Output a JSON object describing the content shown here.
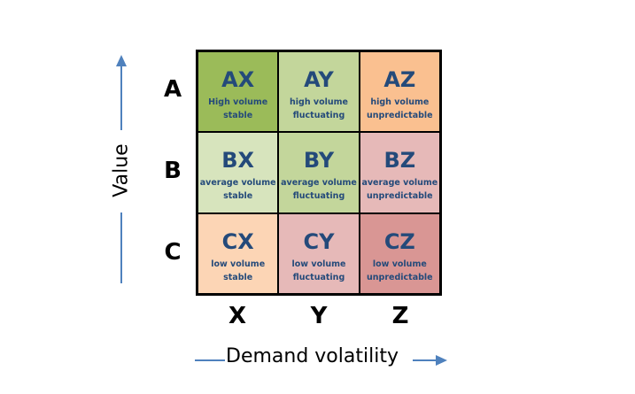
{
  "y_axis": {
    "label": "Value",
    "rows": [
      "A",
      "B",
      "C"
    ]
  },
  "x_axis": {
    "label": "Demand volatility",
    "columns": [
      "X",
      "Y",
      "Z"
    ]
  },
  "arrow_color": "#4f81bd",
  "cells": [
    {
      "code": "AX",
      "line1": "High volume",
      "line2": "stable",
      "color": "#9bbb59"
    },
    {
      "code": "AY",
      "line1": "high volume",
      "line2": "fluctuating",
      "color": "#c3d69b"
    },
    {
      "code": "AZ",
      "line1": "high volume",
      "line2": "unpredictable",
      "color": "#fac090"
    },
    {
      "code": "BX",
      "line1": "average volume",
      "line2": "stable",
      "color": "#d7e4bd"
    },
    {
      "code": "BY",
      "line1": "average volume",
      "line2": "fluctuating",
      "color": "#c3d69b"
    },
    {
      "code": "BZ",
      "line1": "average volume",
      "line2": "unpredictable",
      "color": "#e6b9b8"
    },
    {
      "code": "CX",
      "line1": "low volume",
      "line2": "stable",
      "color": "#fcd5b5"
    },
    {
      "code": "CY",
      "line1": "low volume",
      "line2": "fluctuating",
      "color": "#e6b9b8"
    },
    {
      "code": "CZ",
      "line1": "low volume",
      "line2": "unpredictable",
      "color": "#d99694"
    }
  ]
}
